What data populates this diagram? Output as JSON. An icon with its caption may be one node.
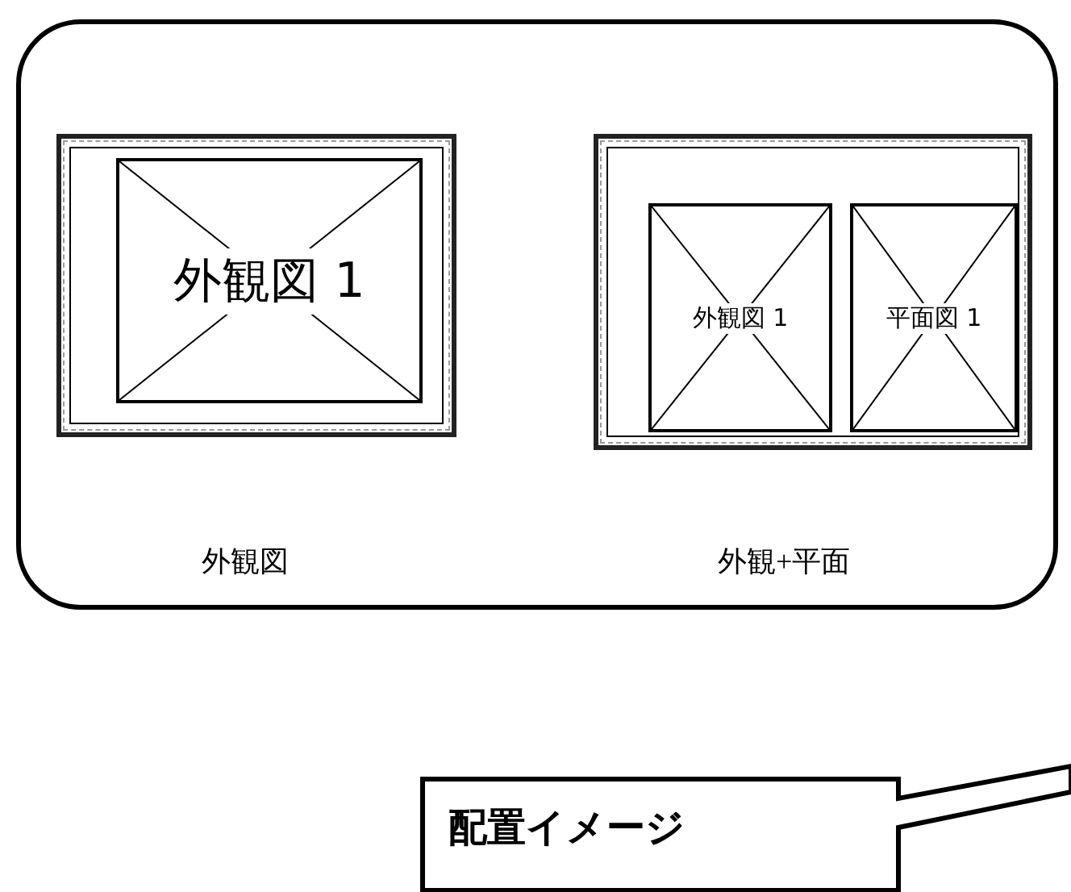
{
  "diagram": {
    "nodes": [
      {
        "text": [],
        "shape": "box"
      },
      {
        "text": [],
        "shape": "box",
        "in": 0
      },
      {
        "text": [
          "外観図 1"
        ],
        "in": 1
      },
      {
        "text": [],
        "shape": "box",
        "in": 0
      },
      {
        "text": [
          "外観図 1"
        ],
        "in": 3
      },
      {
        "text": [
          "平面図 1"
        ],
        "in": 3
      },
      {
        "text": [
          "配置イメージ"
        ]
      }
    ],
    "labels": [
      "外観図",
      "外観+平面"
    ]
  }
}
